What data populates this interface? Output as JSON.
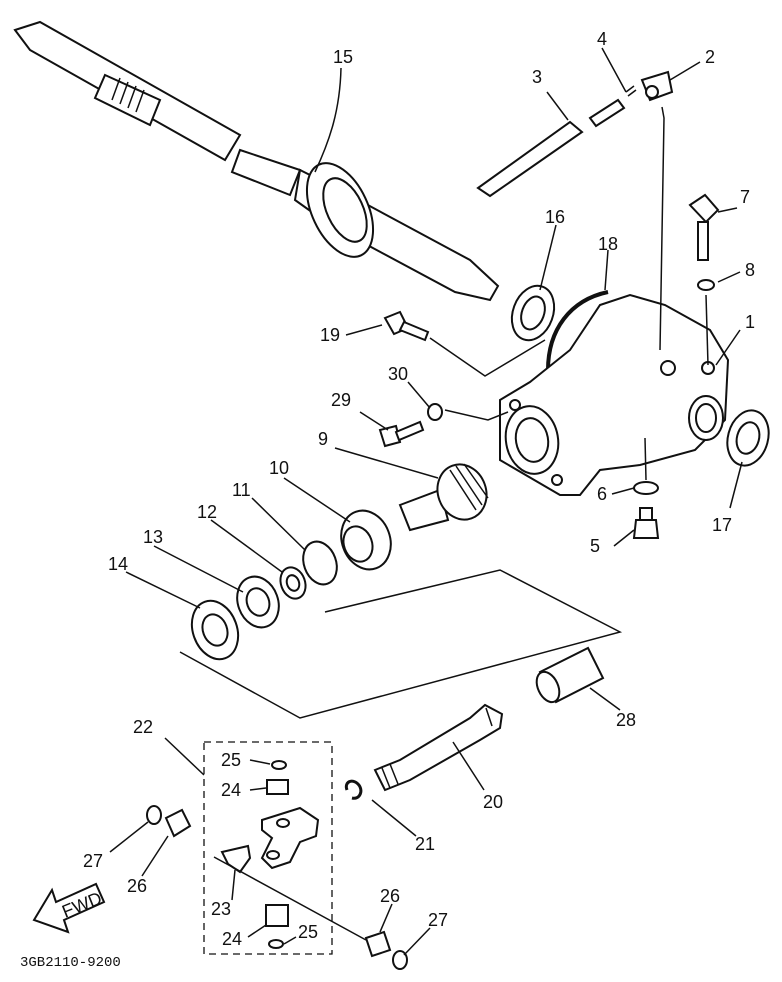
{
  "labels": {
    "p1": "1",
    "p2": "2",
    "p3": "3",
    "p4": "4",
    "p5": "5",
    "p6": "6",
    "p7": "7",
    "p8": "8",
    "p9": "9",
    "p10": "10",
    "p11": "11",
    "p12": "12",
    "p13": "13",
    "p14": "14",
    "p15": "15",
    "p16": "16",
    "p17": "17",
    "p18": "18",
    "p19": "19",
    "p20": "20",
    "p21": "21",
    "p22": "22",
    "p23": "23",
    "p24": "24",
    "p25": "25",
    "p26": "26",
    "p27": "27",
    "p28": "28",
    "p29": "29",
    "p30": "30"
  },
  "fwd_label": "FWD",
  "reference_code": "3GB2110-9200"
}
